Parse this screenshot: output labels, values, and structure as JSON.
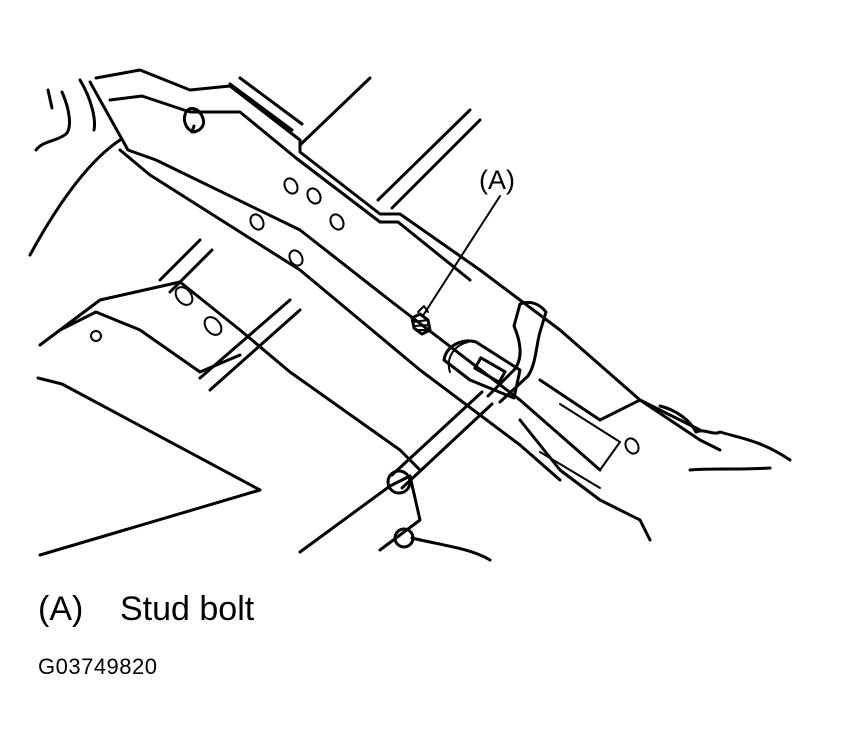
{
  "callout": {
    "label": "(A)"
  },
  "legend": {
    "key": "(A)",
    "description": "Stud bolt"
  },
  "figure_code": "G03749820"
}
